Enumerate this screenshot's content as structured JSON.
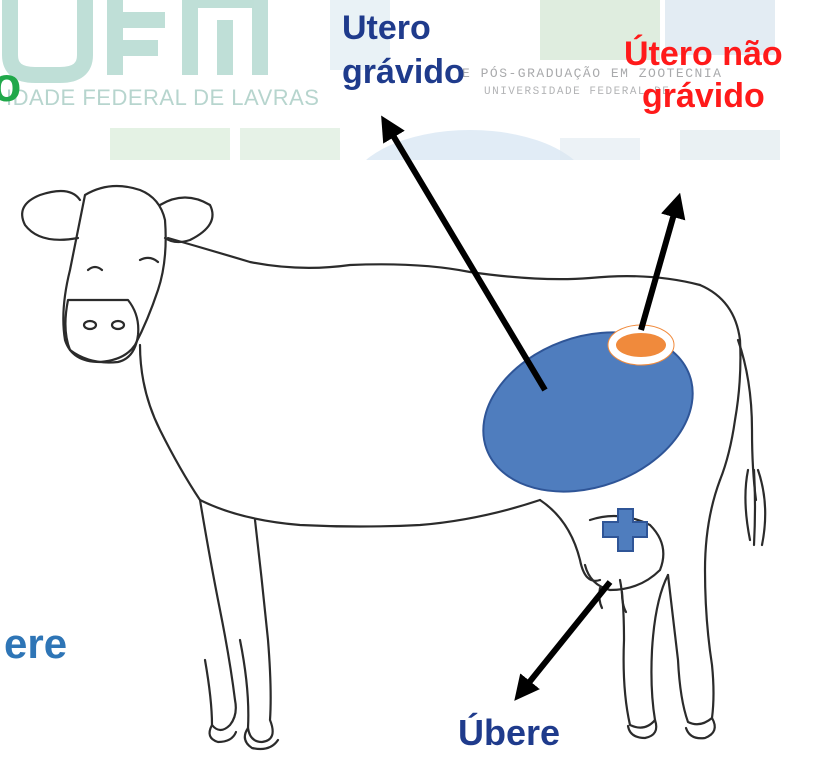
{
  "background_logos": {
    "left_logo_text": "IDADE FEDERAL DE LAVRAS",
    "right_logo_line1": "E PÓS-GRADUAÇÃO EM ZOOTECNIA",
    "right_logo_line2": "UNIVERSIDADE FEDERAL DE",
    "watermark_color": "#7fb9ad"
  },
  "side_text": {
    "left_fragment": "ere",
    "left_fragment_color": "#2e75b6",
    "green_fragment": "o",
    "green_fragment_color": "#20a84a"
  },
  "labels": {
    "pregnant_uterus": {
      "line1": "Utero",
      "line2": "grávido",
      "color": "#1f3b8c"
    },
    "non_pregnant_uterus": {
      "line1": "Útero não",
      "line2": "grávido",
      "color": "#ff1a1a"
    },
    "udder": {
      "text": "Úbere",
      "color": "#1f3b8c"
    }
  },
  "colors": {
    "pregnant_uterus_fill": "#4f7dbe",
    "pregnant_uterus_stroke": "#2f5597",
    "non_pregnant_uterus_fill": "#f08a3c",
    "udder_marker_fill": "#4f7dbe",
    "arrow": "#000000",
    "cow_outline": "#2b2b2b"
  }
}
